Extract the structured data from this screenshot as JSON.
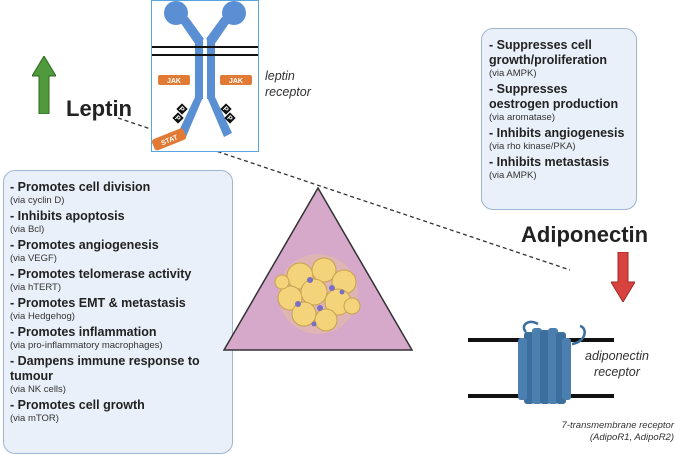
{
  "leptin": {
    "title": "Leptin",
    "arrow_direction": "up",
    "arrow_color": "#4e9a3c",
    "receptor": {
      "label_line1": "leptin",
      "label_line2": "receptor",
      "jak_left": "JAK",
      "jak_right": "JAK",
      "stat": "STAT",
      "p_labels": [
        "P",
        "P",
        "P",
        "P"
      ],
      "receptor_color": "#5b8fd4",
      "jak_color": "#e07a34"
    },
    "effects": [
      {
        "title": "- Promotes cell division",
        "sub": "(via cyclin D)"
      },
      {
        "title": "- Inhibits apoptosis",
        "sub": "(via Bcl)"
      },
      {
        "title": "- Promotes angiogenesis",
        "sub": "(via VEGF)"
      },
      {
        "title": "- Promotes telomerase activity",
        "sub": "(via hTERT)"
      },
      {
        "title": "- Promotes EMT & metastasis",
        "sub": "(via Hedgehog)"
      },
      {
        "title": "- Promotes inflammation",
        "sub": "(via pro-inflammatory macrophages)"
      },
      {
        "title": "- Dampens immune response to tumour",
        "sub": "(via NK cells)"
      },
      {
        "title": "- Promotes cell growth",
        "sub": "(via mTOR)"
      }
    ]
  },
  "adiponectin": {
    "title": "Adiponectin",
    "arrow_direction": "down",
    "arrow_color": "#d9433f",
    "receptor": {
      "label_line1": "adiponectin",
      "label_line2": "receptor",
      "type_line1": "7-transmembrane receptor",
      "type_line2": "(AdipoR1, AdipoR2)",
      "receptor_color": "#3d6f9e"
    },
    "effects": [
      {
        "title": "- Suppresses cell growth/proliferation",
        "sub": "(via AMPK)"
      },
      {
        "title": "- Suppresses oestrogen production",
        "sub": "(via aromatase)"
      },
      {
        "title": "- Inhibits angiogenesis",
        "sub": "(via rho kinase/PKA)"
      },
      {
        "title": "- Inhibits metastasis",
        "sub": "(via AMPK)"
      }
    ]
  },
  "tumour": {
    "triangle_color": "#d6a8c9",
    "cell_color": "#f3d47a"
  }
}
